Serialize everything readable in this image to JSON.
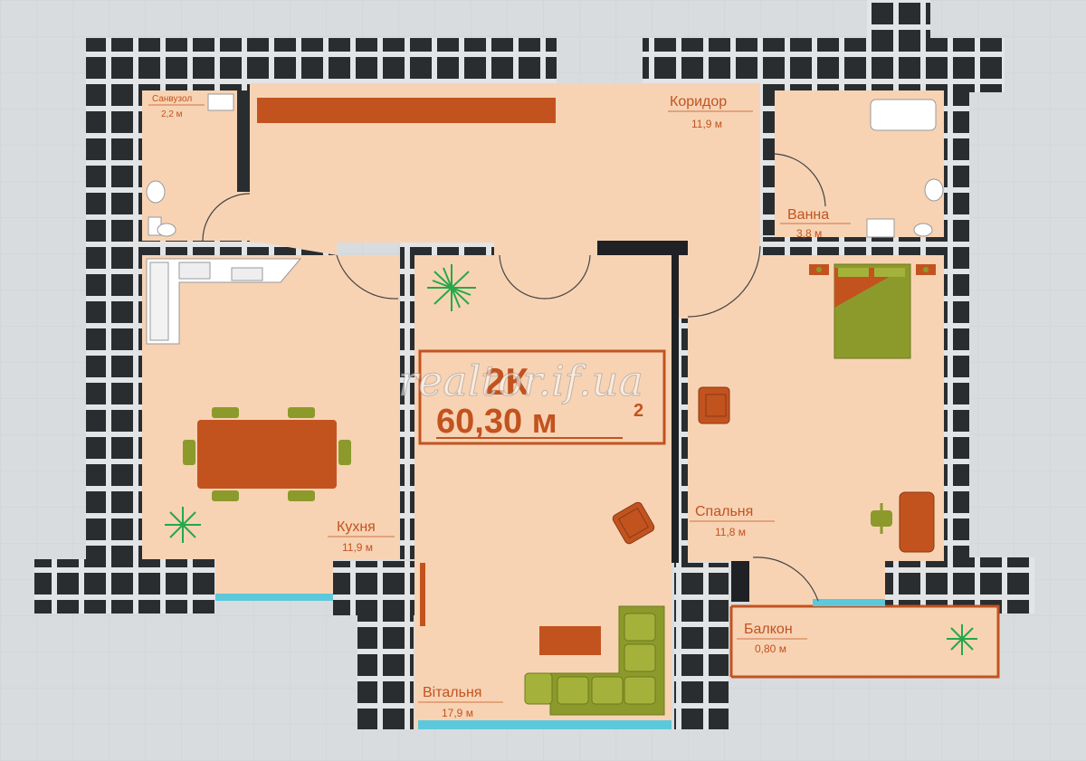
{
  "watermark": "realtor.if.ua",
  "badge": {
    "rooms": "2К",
    "area": "60,30 м",
    "sup": "2"
  },
  "rooms": {
    "sanvuzol": {
      "name": "Санвузол",
      "area": "2,2 м"
    },
    "korydor": {
      "name": "Коридор",
      "area": "11,9 м"
    },
    "vanna": {
      "name": "Ванна",
      "area": "3,8 м"
    },
    "kukhnia": {
      "name": "Кухня",
      "area": "11,9 м"
    },
    "spalnia": {
      "name": "Спальня",
      "area": "11,8 м"
    },
    "balkon": {
      "name": "Балкон",
      "area": "0,80 м"
    },
    "vitalnia": {
      "name": "Вітальня",
      "area": "17,9 м"
    }
  },
  "colors": {
    "floor": "#f7d3b4",
    "wall": "#2a2d30",
    "wall_gap": "#e2e4e6",
    "furniture": "#c2531f",
    "soft": "#8c9a2b",
    "window": "#5cc8dc",
    "background": "#d9dcde"
  }
}
